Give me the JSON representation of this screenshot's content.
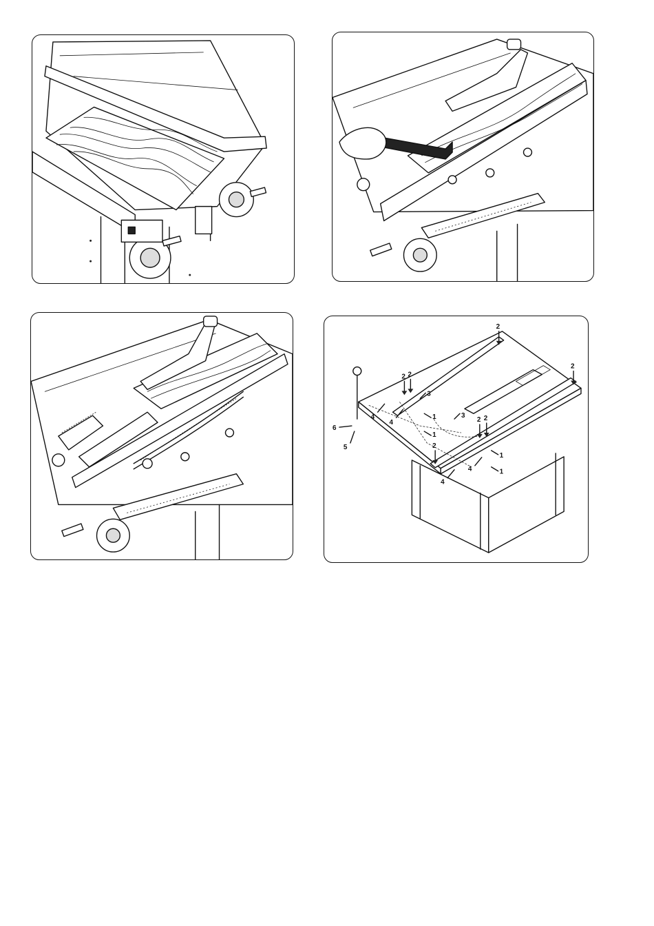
{
  "figure_4": {
    "callouts": {
      "c2_top_right": "2",
      "c2_far_right": "2",
      "c2_left_a": "2",
      "c2_left_b": "2",
      "c2_mid_a": "2",
      "c2_mid_b": "2",
      "c2_front_left": "2",
      "c3_a": "3",
      "c3_b": "3",
      "c4_a": "4",
      "c4_b": "4",
      "c4_c": "4",
      "c4_d": "4",
      "c1_a": "1",
      "c1_b": "1",
      "c1_c": "1",
      "c1_d": "1",
      "c5": "5",
      "c6": "6"
    }
  }
}
